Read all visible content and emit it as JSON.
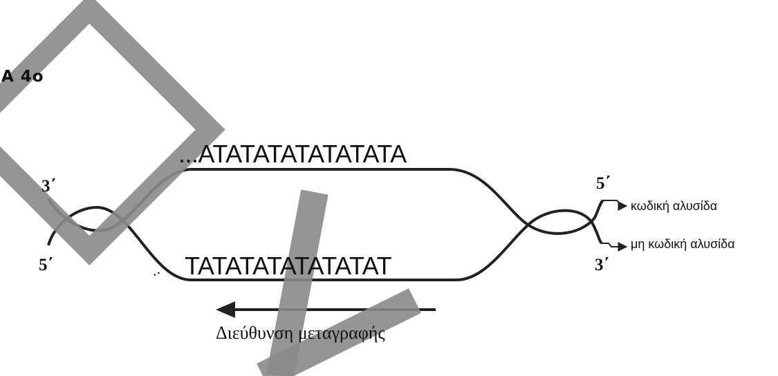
{
  "section_label": "A 4o",
  "top_strand_sequence": "...ATATATATATATATA",
  "bottom_strand_sequence": "TATATATATATATAT",
  "continuation_dots": "..",
  "ends": {
    "top_left": "3΄",
    "bottom_left": "5΄",
    "top_right": "5΄",
    "bottom_right": "3΄"
  },
  "strand_labels": {
    "coding": "κωδική αλυσίδα",
    "non_coding": "μη κωδική αλυσίδα"
  },
  "direction_label": "Διεύθυνση μεταγραφής",
  "colors": {
    "line": "#222222",
    "text": "#111111",
    "watermark": "#8a8a8a"
  }
}
